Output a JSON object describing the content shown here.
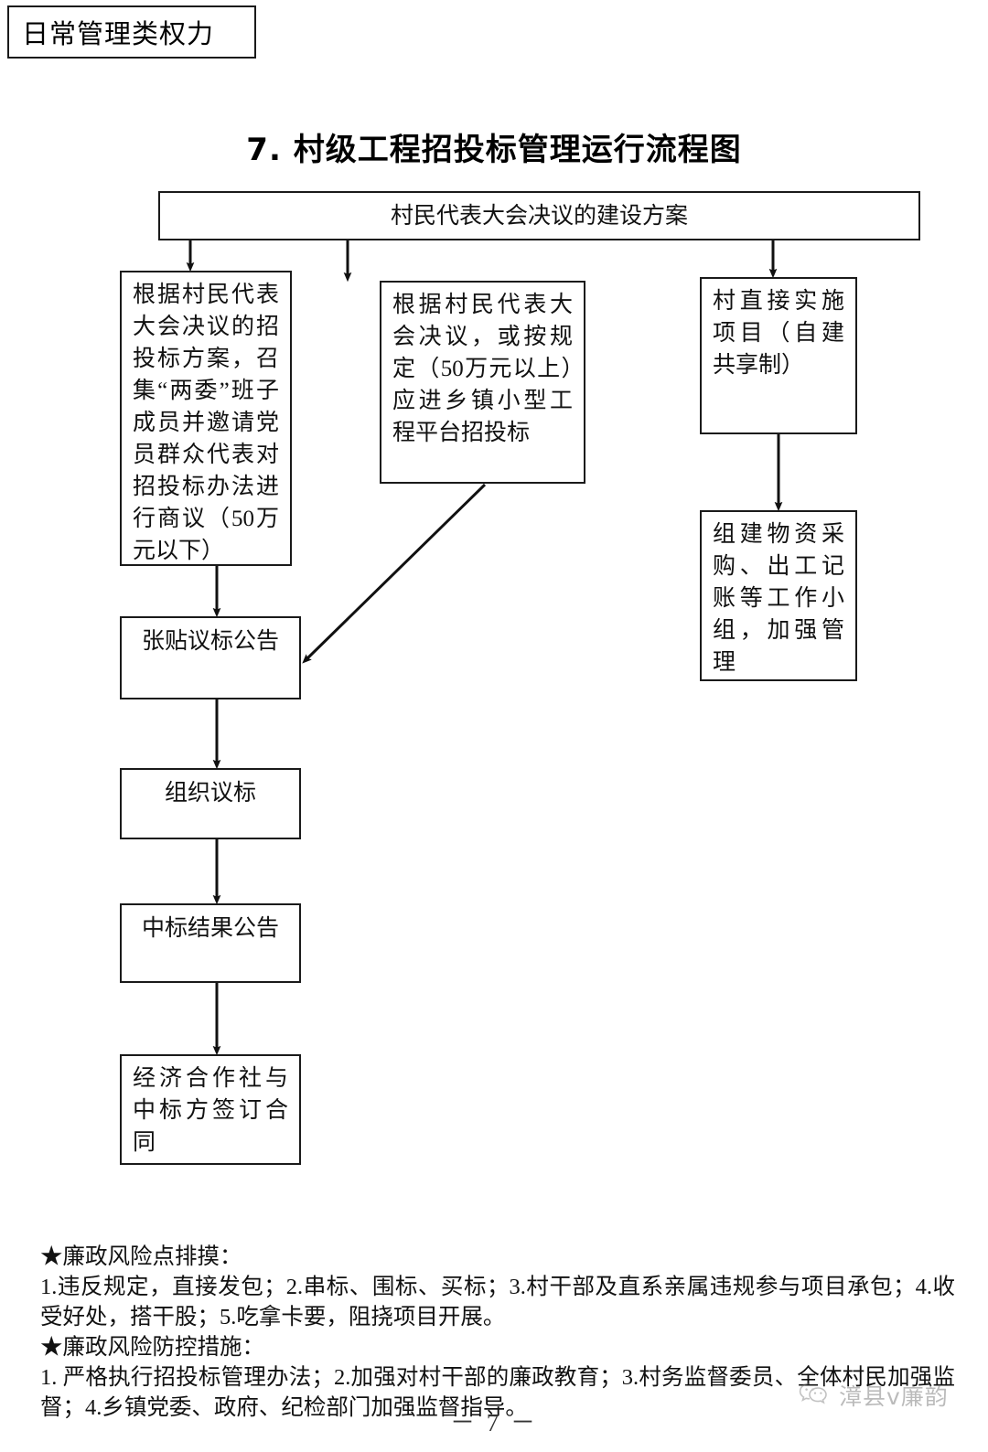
{
  "header": {
    "category_badge": "日常管理类权力"
  },
  "title": "7. 村级工程招投标管理运行流程图",
  "flowchart": {
    "nodes": {
      "top": "村民代表大会决议的建设方案",
      "left_branch": "根据村民代表大会决议的招投标方案，召集“两委”班子成员并邀请党员群众代表对招投标办法进行商议（50万元以下）",
      "middle_branch": "根据村民代表大会决议，或按规定（50万元以上）应进乡镇小型工程平台招投标",
      "right_branch": "村直接实施项目（自建共享制）",
      "right_followup": "组建物资采购、出工记账等工作小组，加强管理",
      "post_notice": "张贴议标公告",
      "organize_bidding": "组织议标",
      "result_notice": "中标结果公告",
      "sign_contract": "经济合作社与中标方签订合同"
    }
  },
  "notes": {
    "risk_points_heading": "★廉政风险点排摸：",
    "risk_points_body": "1.违反规定，直接发包；2.串标、围标、买标；3.村干部及直系亲属违规参与项目承包；4.收受好处，搭干股；5.吃拿卡要，阻挠项目开展。",
    "measures_heading": "★廉政风险防控措施：",
    "measures_body": "1. 严格执行招投标管理办法；2.加强对村干部的廉政教育；3.村务监督委员、全体村民加强监督；4.乡镇党委、政府、纪检部门加强监督指导。"
  },
  "page_number": "－ 7 －",
  "watermark": {
    "text": "漳县v廉韵"
  }
}
